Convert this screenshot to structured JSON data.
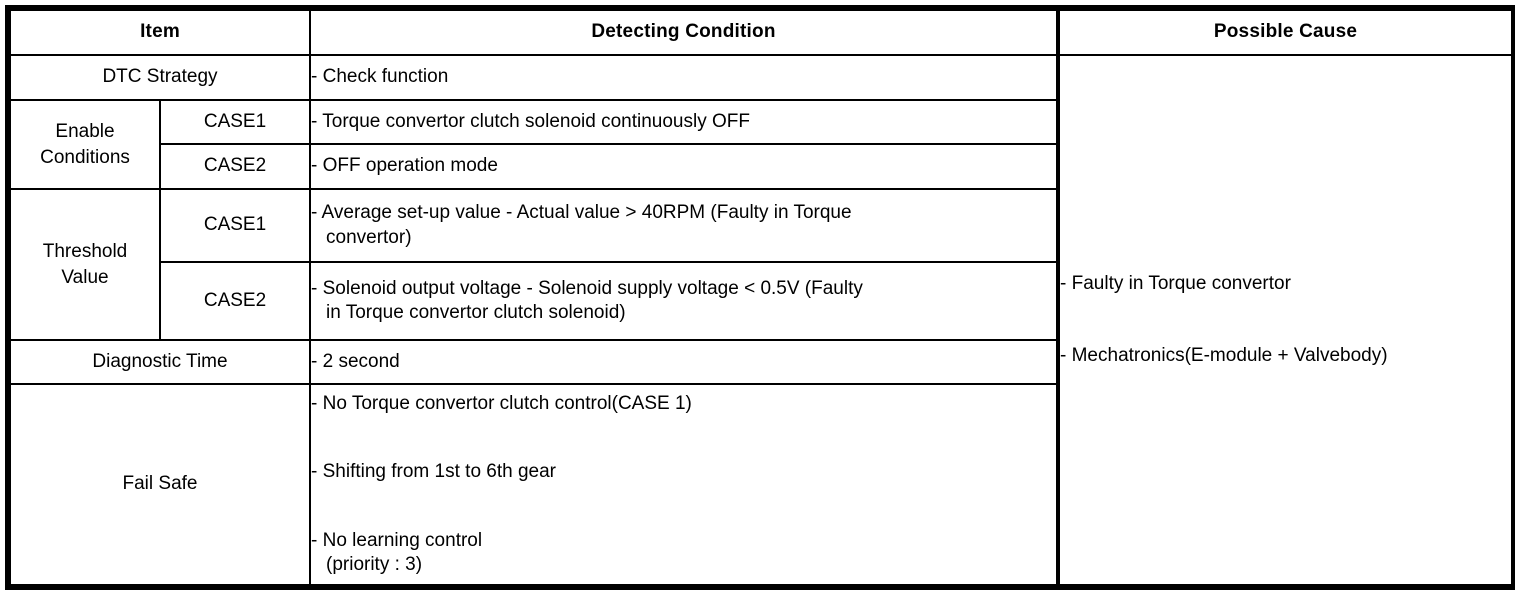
{
  "table": {
    "headers": {
      "item": "Item",
      "detecting_condition": "Detecting Condition",
      "possible_cause": "Possible Cause"
    },
    "rows": {
      "dtc_strategy": {
        "label": "DTC Strategy",
        "detect": "- Check function"
      },
      "enable_conditions": {
        "label_line1": "Enable",
        "label_line2": "Conditions",
        "case1": {
          "label": "CASE1",
          "detect": "- Torque convertor clutch solenoid continuously OFF"
        },
        "case2": {
          "label": "CASE2",
          "detect": "- OFF operation mode"
        }
      },
      "threshold_value": {
        "label_line1": "Threshold",
        "label_line2": "Value",
        "case1": {
          "label": "CASE1",
          "detect_line1": "- Average set-up value - Actual value > 40RPM (Faulty in Torque",
          "detect_line2": "convertor)"
        },
        "case2": {
          "label": "CASE2",
          "detect_line1": "- Solenoid output voltage - Solenoid supply voltage < 0.5V (Faulty",
          "detect_line2": "in Torque convertor clutch solenoid)"
        }
      },
      "diagnostic_time": {
        "label": "Diagnostic Time",
        "detect": "- 2 second"
      },
      "fail_safe": {
        "label": "Fail Safe",
        "items": [
          "- No Torque convertor clutch control(CASE 1)",
          "- Shifting from 1st to 6th gear",
          "- No learning control"
        ],
        "sub_line": "(priority : 3)"
      }
    },
    "possible_cause": {
      "line1": "- Faulty in Torque convertor",
      "line2": "- Mechatronics(E-module + Valvebody)"
    },
    "colors": {
      "border": "#000000",
      "text": "#000000",
      "background": "#ffffff"
    }
  }
}
